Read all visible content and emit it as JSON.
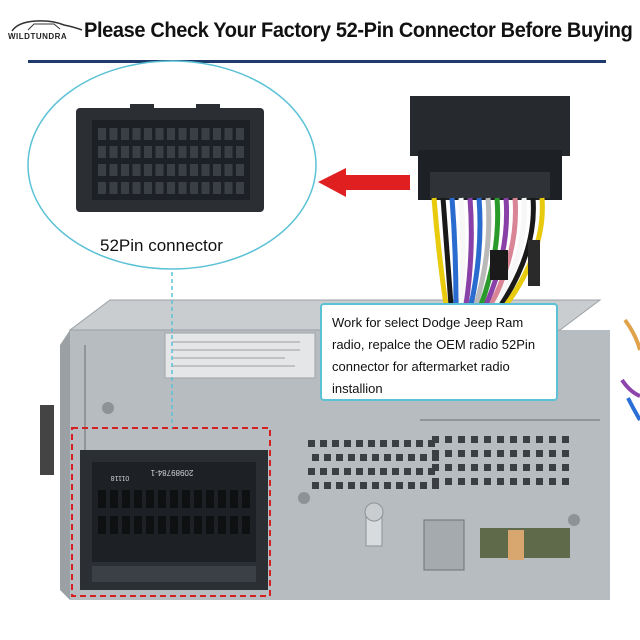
{
  "header": {
    "logo_text": "WILDTUNDRA",
    "title": "Please Check Your Factory 52-Pin Connector Before Buying"
  },
  "connector_callout": {
    "label": "52Pin connector"
  },
  "info_box": {
    "text": "Work for select Dodge Jeep Ram radio, repalce the OEM radio 52Pin connector for aftermarket radio installion"
  },
  "radio_label": {
    "part_number": "20989784-1",
    "code": "01118"
  },
  "colors": {
    "header_rule": "#1f3b6e",
    "callout_line": "#5bc2d6",
    "arrow": "#e02020",
    "highlight_box": "#d42020",
    "connector_body": "#2b2f33",
    "radio_metal": "#b7bcc0"
  }
}
